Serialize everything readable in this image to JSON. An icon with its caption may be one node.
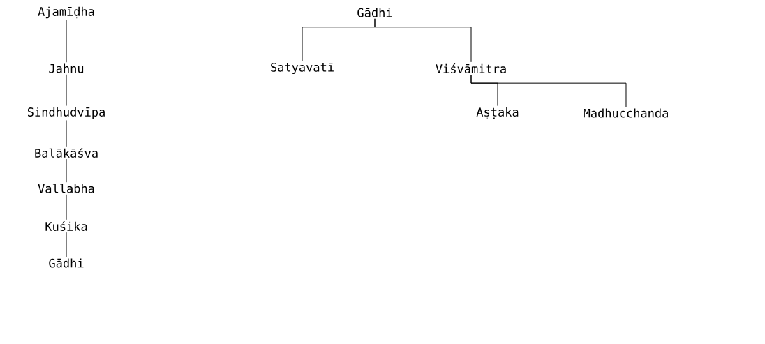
{
  "diagram": {
    "nodes": [
      {
        "text": [
          "Ajamīḍha"
        ]
      },
      {
        "text": [
          "Jahnu"
        ]
      },
      {
        "text": [
          "Sindhudvīpa"
        ]
      },
      {
        "text": [
          "Balākāśva"
        ]
      },
      {
        "text": [
          "Vallabha"
        ]
      },
      {
        "text": [
          "Kuśika"
        ]
      },
      {
        "text": [
          "Gādhi"
        ]
      },
      {
        "text": [
          "Gādhi"
        ]
      },
      {
        "text": [
          "Satyavatī"
        ]
      },
      {
        "text": [
          "Viśvāmitra"
        ]
      },
      {
        "text": [
          "Aṣṭaka"
        ]
      },
      {
        "text": [
          "Madhucchanda"
        ]
      }
    ],
    "edges": [
      {
        "from": 0,
        "to": 1,
        "arrow": "none"
      },
      {
        "from": 1,
        "to": 2,
        "arrow": "none"
      },
      {
        "from": 2,
        "to": 3,
        "arrow": "none"
      },
      {
        "from": 3,
        "to": 4,
        "arrow": "none"
      },
      {
        "from": 4,
        "to": 5,
        "arrow": "none"
      },
      {
        "from": 5,
        "to": 6,
        "arrow": "none"
      },
      {
        "from": 7,
        "to": 8,
        "arrow": "none"
      },
      {
        "from": 7,
        "to": 9,
        "arrow": "none"
      },
      {
        "from": 9,
        "to": 10,
        "arrow": "none"
      },
      {
        "from": 9,
        "to": 11,
        "arrow": "none"
      }
    ]
  }
}
